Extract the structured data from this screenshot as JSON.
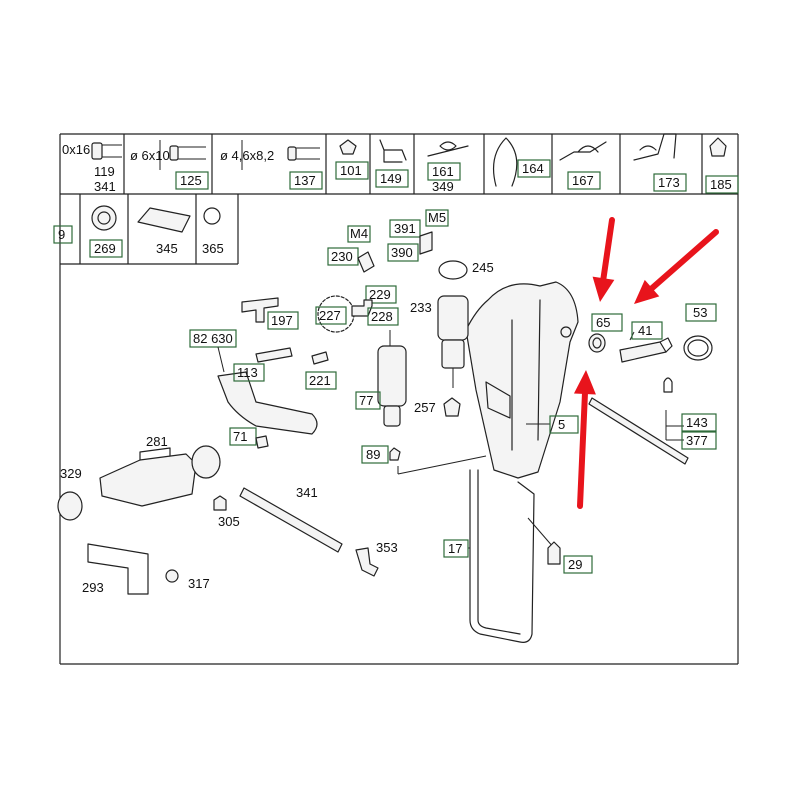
{
  "colors": {
    "arrow": "#e8141c",
    "box_border": "#2e6b3a",
    "line": "#222222",
    "background": "#ffffff"
  },
  "header_row": {
    "cells": [
      {
        "size_text": "0x16",
        "numbers": [
          "119",
          "341"
        ]
      },
      {
        "size_text": "ø 6x10",
        "box": "125"
      },
      {
        "size_text": "ø 4,6x8,2",
        "box": "137"
      },
      {
        "box": "101"
      },
      {
        "box": "149"
      },
      {
        "box": "161",
        "sub": "349"
      },
      {
        "box": "164"
      },
      {
        "box": "167"
      },
      {
        "box": "173"
      },
      {
        "box": "185"
      }
    ]
  },
  "second_row": {
    "cells": [
      {
        "box": "9"
      },
      {
        "box": "269"
      },
      {
        "label": "345"
      },
      {
        "label": "365"
      }
    ]
  },
  "callouts": {
    "b65": "65",
    "b41": "41",
    "b53": "53",
    "b143": "143",
    "b377": "377",
    "b5": "5",
    "b17": "17",
    "b29": "29",
    "b391": "391",
    "b390": "390",
    "m5": "M5",
    "m4": "M4",
    "b230": "230",
    "b229": "229",
    "b227": "227",
    "b228": "228",
    "b197": "197",
    "b82630": "82 630",
    "b113": "113",
    "b221": "221",
    "b71": "71",
    "b77": "77",
    "b89": "89"
  },
  "labels": {
    "l245": "245",
    "l233": "233",
    "l257": "257",
    "l281": "281",
    "l341": "341",
    "l305": "305",
    "l329": "329",
    "l293": "293",
    "l317": "317",
    "l353": "353"
  },
  "arrows": [
    "arrow-1",
    "arrow-2",
    "arrow-3"
  ]
}
